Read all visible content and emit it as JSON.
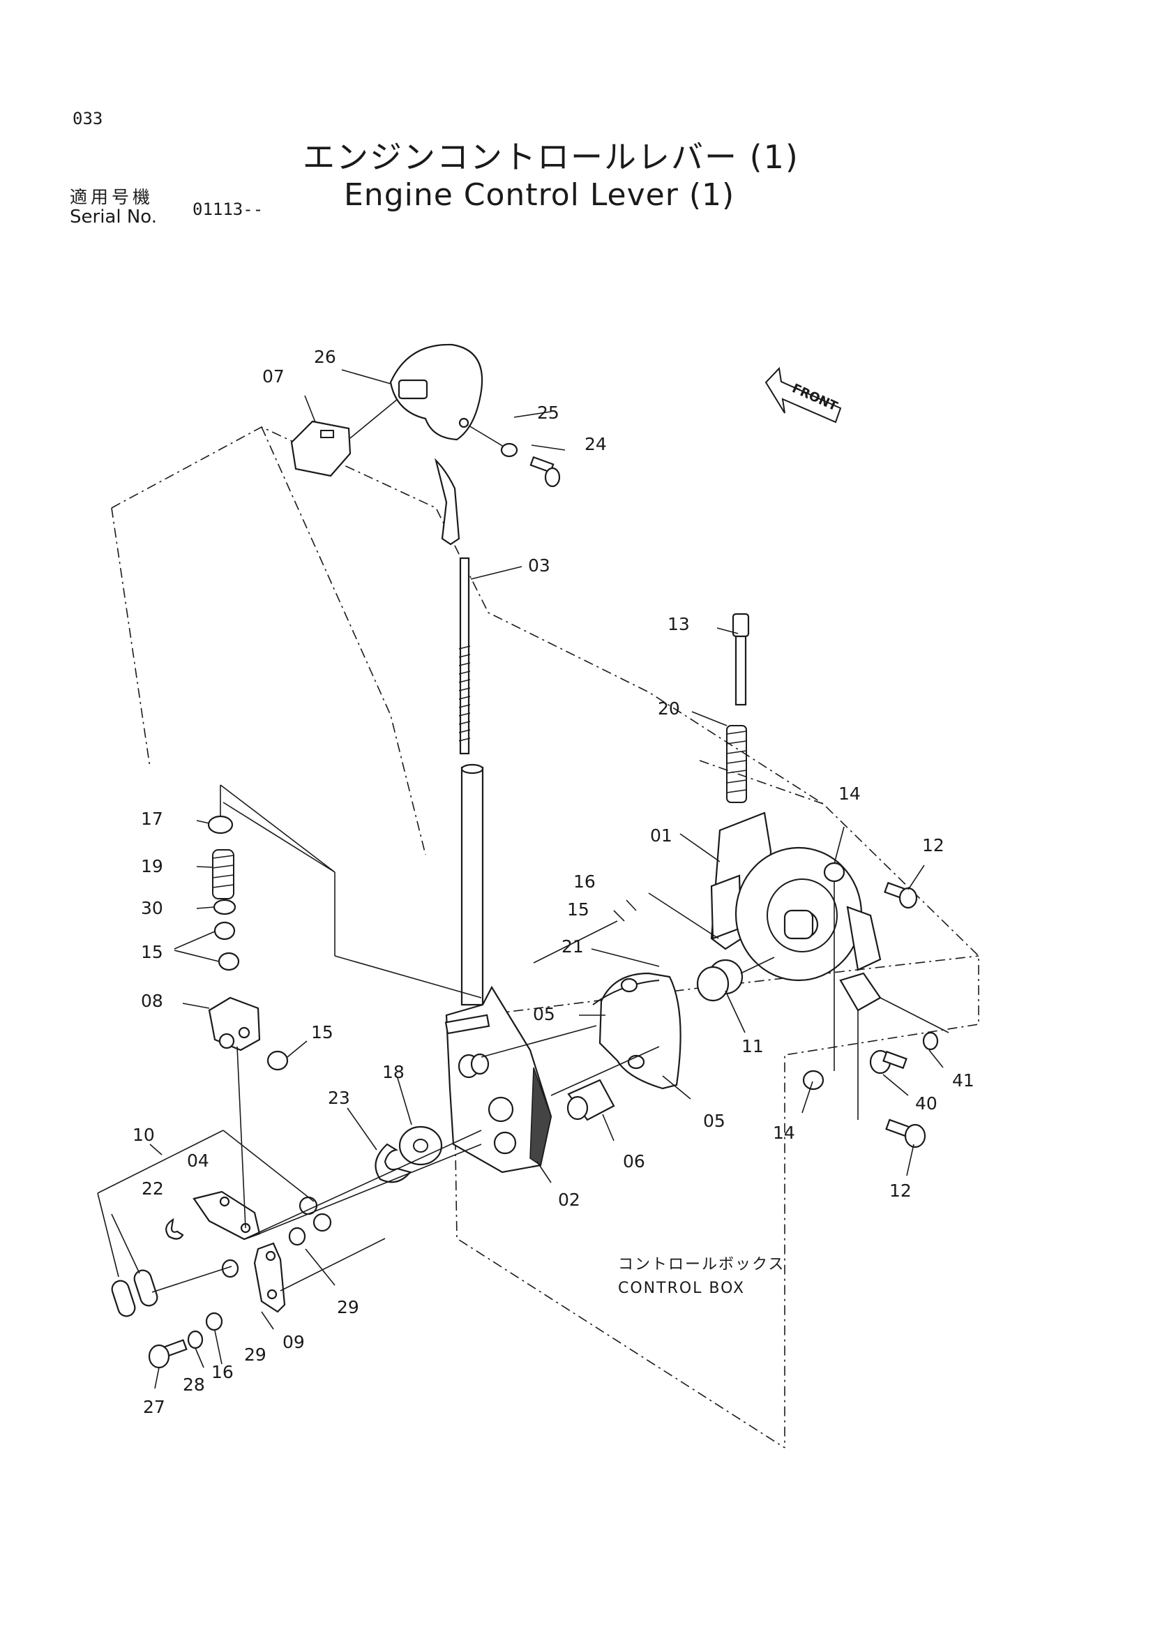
{
  "page": {
    "number": "033",
    "title_jp": "エンジンコントロールレバー (1)",
    "title_en": "Engine Control Lever (1)",
    "serial_label_jp": "適用号機",
    "serial_label_en": "Serial No.",
    "serial_value": "01113--"
  },
  "diagram": {
    "front_label": "FRONT",
    "control_box_jp": "コントロールボックス",
    "control_box_en": "CONTROL BOX",
    "callouts": [
      "26",
      "07",
      "25",
      "24",
      "03",
      "13",
      "20",
      "14",
      "12",
      "01",
      "16",
      "15",
      "21",
      "05",
      "11",
      "17",
      "19",
      "30",
      "15",
      "08",
      "15",
      "18",
      "23",
      "05",
      "06",
      "14",
      "40",
      "41",
      "12",
      "10",
      "04",
      "22",
      "02",
      "29",
      "29",
      "09",
      "27",
      "28",
      "16"
    ]
  }
}
